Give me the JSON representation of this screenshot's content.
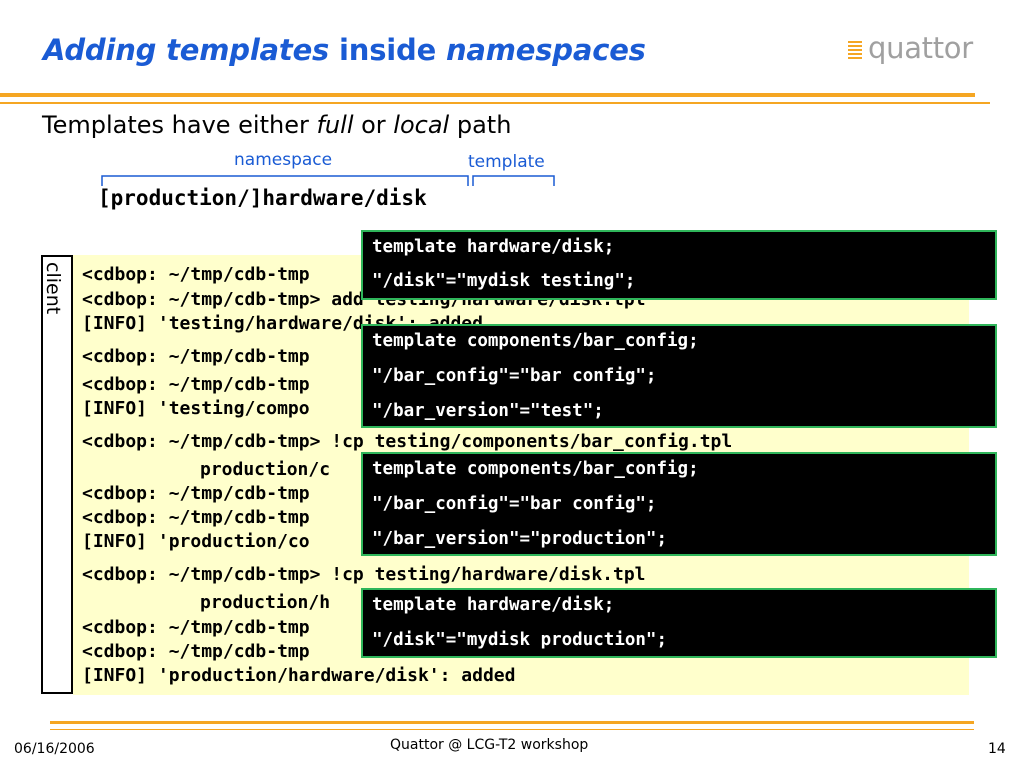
{
  "title": {
    "part1": "Adding templates",
    "part2": " inside ",
    "part3": "namespaces"
  },
  "logo": {
    "text": "quattor",
    "icon": "quattor-logo-icon"
  },
  "subtitle": {
    "part1": "Templates have either ",
    "part2": "full",
    "part3": " or ",
    "part4": "local",
    "part5": " path"
  },
  "braces": {
    "namespace_label": "namespace",
    "template_label": "template",
    "path": "[production/]hardware/disk"
  },
  "client_label": "client",
  "terminal": {
    "lines": [
      "<cdbop: ~/tmp/cdb-tmp",
      "<cdbop: ~/tmp/cdb-tmp> add testing/hardware/disk.tpl",
      "[INFO] 'testing/hardware/disk': added",
      "<cdbop: ~/tmp/cdb-tmp",
      "<cdbop: ~/tmp/cdb-tmp",
      "[INFO] 'testing/compo",
      "<cdbop: ~/tmp/cdb-tmp> !cp testing/components/bar_config.tpl",
      "production/c",
      "<cdbop: ~/tmp/cdb-tmp",
      "<cdbop: ~/tmp/cdb-tmp",
      "[INFO] 'production/co",
      "<cdbop: ~/tmp/cdb-tmp> !cp testing/hardware/disk.tpl",
      "production/h",
      "<cdbop: ~/tmp/cdb-tmp",
      "<cdbop: ~/tmp/cdb-tmp",
      "[INFO] 'production/hardware/disk': added"
    ]
  },
  "code_boxes": [
    {
      "lines": [
        "template hardware/disk;",
        "\"/disk\"=\"mydisk testing\";"
      ]
    },
    {
      "lines": [
        "template components/bar_config;",
        "\"/bar_config\"=\"bar config\";",
        "\"/bar_version\"=\"test\";"
      ]
    },
    {
      "lines": [
        "template components/bar_config;",
        "\"/bar_config\"=\"bar config\";",
        "\"/bar_version\"=\"production\";"
      ]
    },
    {
      "lines": [
        "template hardware/disk;",
        "\"/disk\"=\"mydisk production\";"
      ]
    }
  ],
  "footer": {
    "date": "06/16/2006",
    "center": "Quattor @ LCG-T2 workshop",
    "page": "14"
  },
  "colors": {
    "title_blue": "#1a5bd4",
    "rule_orange": "#f5a623",
    "terminal_bg": "#ffffcc",
    "code_bg": "#000000",
    "code_border": "#2fb55a"
  }
}
